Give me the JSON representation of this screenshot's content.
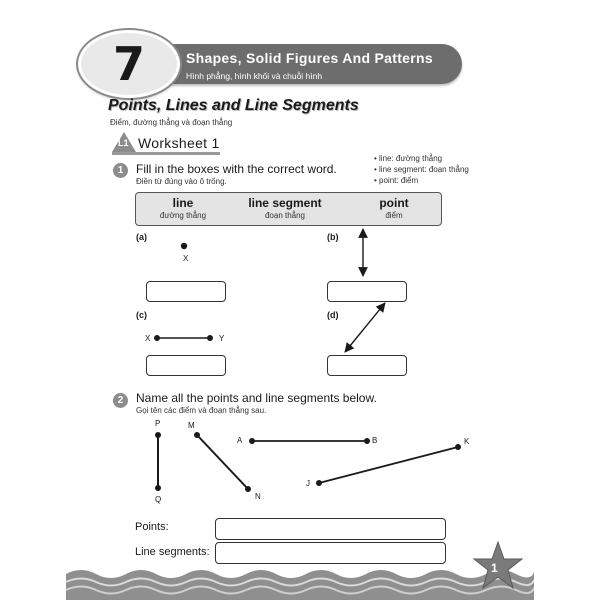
{
  "chapter": {
    "number": "7",
    "title": "Shapes, Solid Figures And Patterns",
    "subtitle": "Hình phẳng, hình khối và chuỗi hình"
  },
  "section": {
    "title": "Points, Lines and Line Segments",
    "subtitle": "Điểm, đường thẳng và đoạn thẳng"
  },
  "worksheet": {
    "icon_mark": "L1",
    "title": "Worksheet 1"
  },
  "question1": {
    "number": "1",
    "text": "Fill in the boxes with the correct word.",
    "subtext": "Điền từ đúng vào ô trống.",
    "hints": [
      "line: đường thẳng",
      "line segment: đoạn thẳng",
      "point: điểm"
    ],
    "word_bank": [
      {
        "word": "line",
        "translation": "đường thẳng"
      },
      {
        "word": "line segment",
        "translation": "đoạn thẳng"
      },
      {
        "word": "point",
        "translation": "điểm"
      }
    ],
    "parts": {
      "a": {
        "label": "(a)",
        "point": "X"
      },
      "b": {
        "label": "(b)"
      },
      "c": {
        "label": "(c)",
        "start": "X",
        "end": "Y"
      },
      "d": {
        "label": "(d)"
      }
    }
  },
  "question2": {
    "number": "2",
    "text": "Name all the points and line segments below.",
    "subtext": "Gọi tên các điểm và đoạn thẳng sau.",
    "points": {
      "P": "P",
      "Q": "Q",
      "M": "M",
      "N": "N",
      "A": "A",
      "B": "B",
      "J": "J",
      "K": "K"
    },
    "points_label": "Points:",
    "segments_label": "Line segments:"
  },
  "footer": {
    "page_number": "1"
  },
  "colors": {
    "banner": "#6d6d6d",
    "badge": "#e9e9e9",
    "accent_gray": "#8c8c8c",
    "word_bank_bg": "#e4e4e4"
  }
}
